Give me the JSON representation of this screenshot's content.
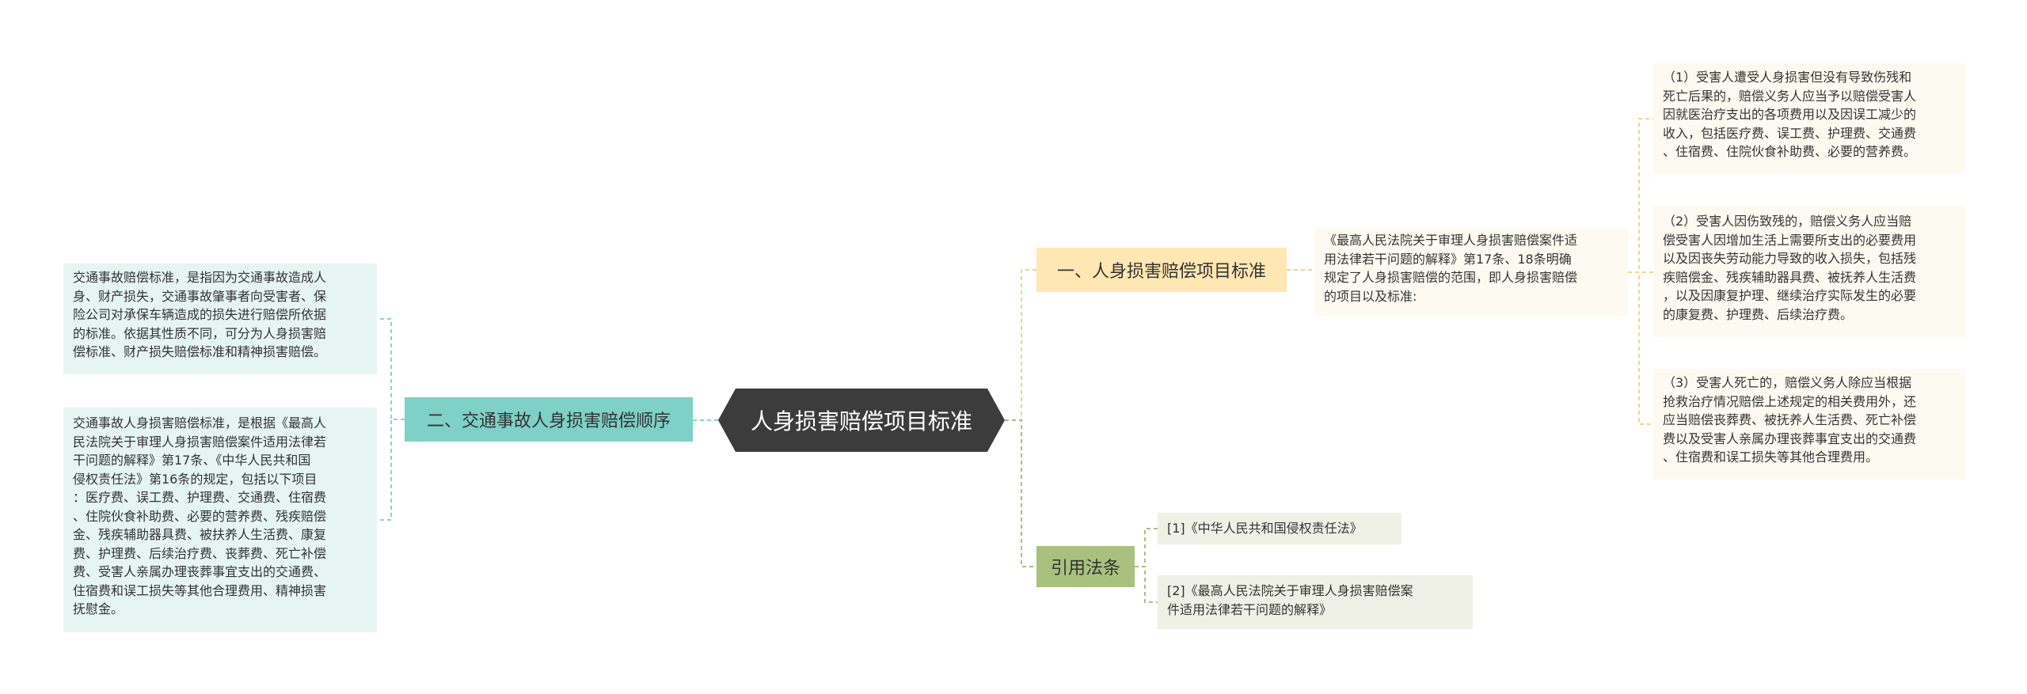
{
  "root": {
    "label": "人身损害赔偿项目标准"
  },
  "branch1": {
    "label": "一、人身损害赔偿项目标准",
    "detail": "《最高人民法院关于审理人身损害赔偿案件适\n用法律若干问题的解释》第17条、18条明确\n规定了人身损害赔偿的范围，即人身损害赔偿\n的项目以及标准:",
    "leaves": [
      "（1）受害人遭受人身损害但没有导致伤残和\n死亡后果的，赔偿义务人应当予以赔偿受害人\n因就医治疗支出的各项费用以及因误工减少的\n收入，包括医疗费、误工费、护理费、交通费\n、住宿费、住院伙食补助费、必要的营养费。",
      "（2）受害人因伤致残的，赔偿义务人应当赔\n偿受害人因增加生活上需要所支出的必要费用\n以及因丧失劳动能力导致的收入损失，包括残\n疾赔偿金、残疾辅助器具费、被抚养人生活费\n，以及因康复护理、继续治疗实际发生的必要\n的康复费、护理费、后续治疗费。",
      "（3）受害人死亡的，赔偿义务人除应当根据\n抢救治疗情况赔偿上述规定的相关费用外，还\n应当赔偿丧葬费、被抚养人生活费、死亡补偿\n费以及受害人亲属办理丧葬事宜支出的交通费\n、住宿费和误工损失等其他合理费用。"
    ]
  },
  "branch2": {
    "label": "二、交通事故人身损害赔偿顺序",
    "notes": [
      "交通事故赔偿标准，是指因为交通事故造成人\n身、财产损失，交通事故肇事者向受害者、保\n险公司对承保车辆造成的损失进行赔偿所依据\n的标准。依据其性质不同，可分为人身损害赔\n偿标准、财产损失赔偿标准和精神损害赔偿。",
      "交通事故人身损害赔偿标准，是根据《最高人\n民法院关于审理人身损害赔偿案件适用法律若\n干问题的解释》第17条、《中华人民共和国\n侵权责任法》第16条的规定，包括以下项目\n：医疗费、误工费、护理费、交通费、住宿费\n、住院伙食补助费、必要的营养费、残疾赔偿\n金、残疾辅助器具费、被扶养人生活费、康复\n费、护理费、后续治疗费、丧葬费、死亡补偿\n费、受害人亲属办理丧葬事宜支出的交通费、\n住宿费和误工损失等其他合理费用、精神损害\n抚慰金。"
    ]
  },
  "branch3": {
    "label": "引用法条",
    "refs": [
      "[1]《中华人民共和国侵权责任法》",
      "[2]《最高人民法院关于审理人身损害赔偿案\n件适用法律若干问题的解释》"
    ]
  },
  "colors": {
    "root": "#3c3c3c",
    "branch1": "#ffe7b3",
    "branch2": "#7fd0c7",
    "branch3": "#a9c17e",
    "connector1": "#f1d58a",
    "connector2": "#8fd3c9",
    "connector3": "#a9c17e"
  }
}
